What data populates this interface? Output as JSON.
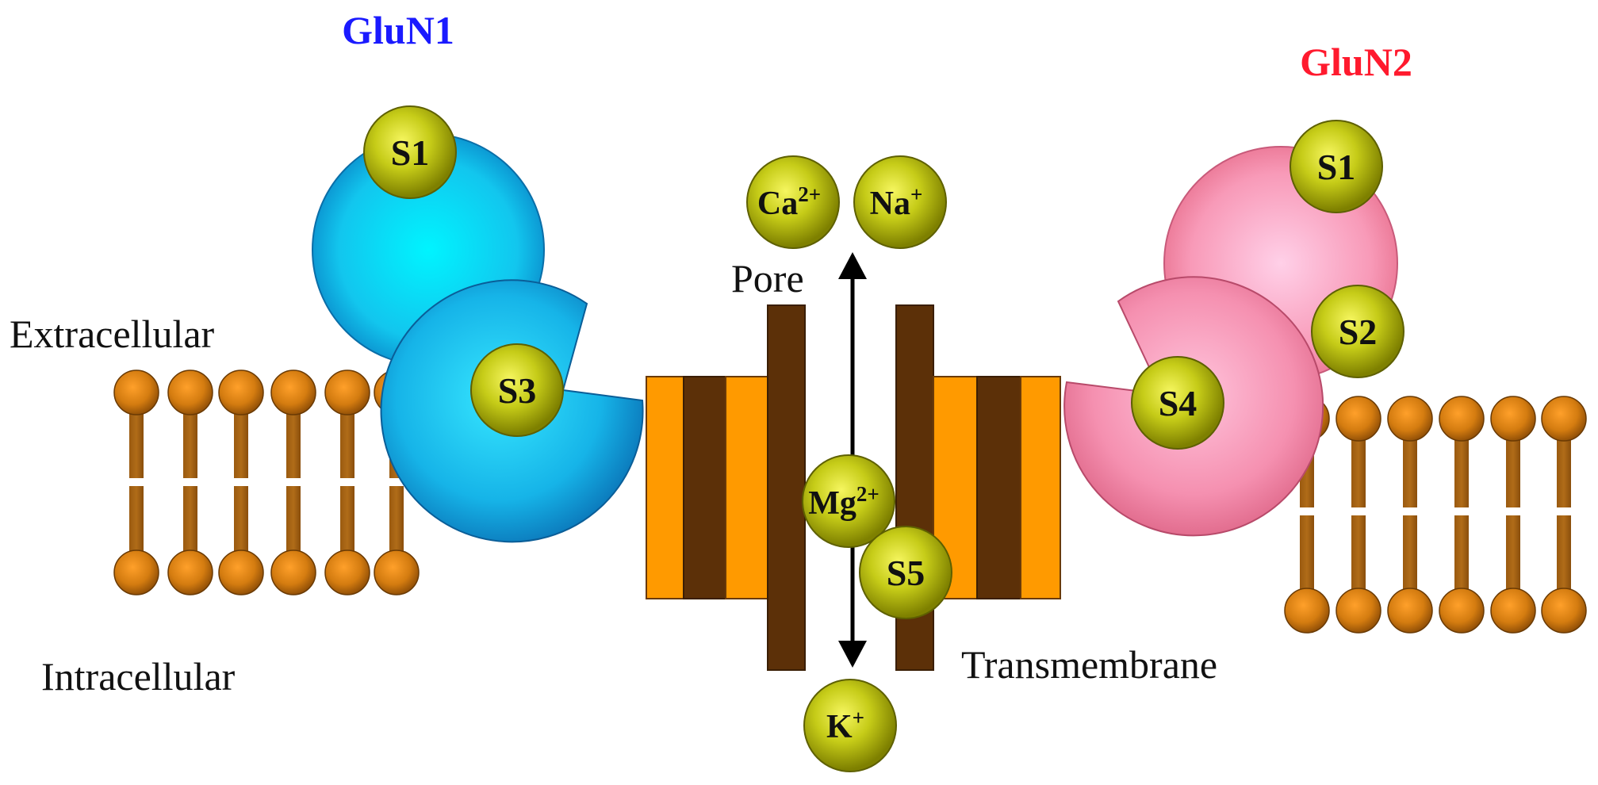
{
  "subunits": {
    "left": {
      "name": "GluN1",
      "color": "#1a1aff"
    },
    "right": {
      "name": "GluN2",
      "color": "#ff1a2e"
    }
  },
  "regions": {
    "extracellular": "Extracellular",
    "intracellular": "Intracellular",
    "pore": "Pore",
    "transmembrane": "Transmembrane"
  },
  "sites": {
    "glun1_s1": "S1",
    "glun1_s3": "S3",
    "glun2_s1": "S1",
    "glun2_s2": "S2",
    "glun2_s4": "S4",
    "pore_s5": "S5"
  },
  "ions": {
    "calcium": {
      "symbol": "Ca",
      "charge": "2+"
    },
    "sodium": {
      "symbol": "Na",
      "charge": "+"
    },
    "magnesium": {
      "symbol": "Mg",
      "charge": "2+"
    },
    "potassium": {
      "symbol": "K",
      "charge": "+"
    }
  },
  "colors": {
    "glun1_domain": "#1ab8e6",
    "glun2_domain": "#f07898",
    "binding_site": "#b8c414",
    "lipid": "#c8781a",
    "membrane_orange": "#ff9a00",
    "membrane_brown": "#5c3008"
  }
}
